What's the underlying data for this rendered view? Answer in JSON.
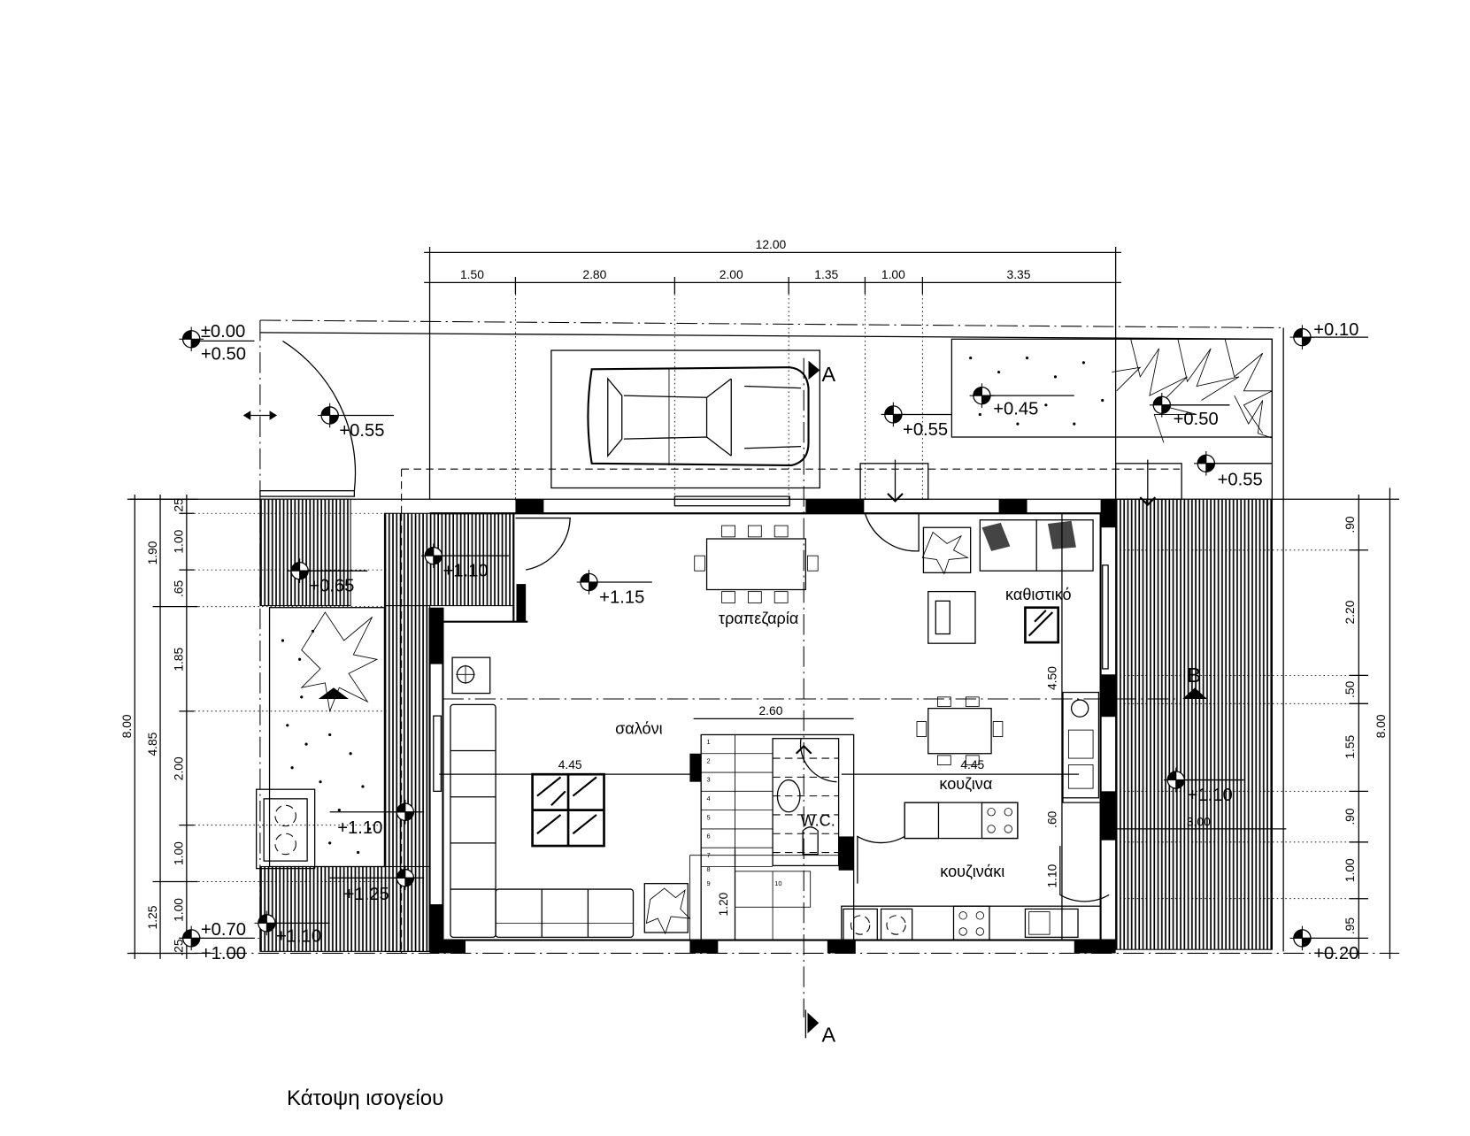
{
  "drawing": {
    "title": "Κάτοψη ισογείου",
    "rooms": {
      "dining": "τραπεζαρία",
      "sitting": "καθιστικό",
      "living": "σαλόνι",
      "kitchen": "κουζινα",
      "kitchenette": "κουζινάκι",
      "wc": "W.C."
    },
    "top_dims": {
      "total": "12.00",
      "segments": [
        "1.50",
        "2.80",
        "2.00",
        "1.35",
        "1.00",
        "3.35"
      ]
    },
    "left_dims": {
      "total": "8.00",
      "middle": [
        "1.90",
        "4.85",
        "1.25"
      ],
      "inner": [
        ".25",
        "1.00",
        ".65",
        "1.85",
        "2.00",
        "1.00",
        "1.00",
        ".25"
      ]
    },
    "right_dims": {
      "total": "8.00",
      "inner": [
        ".90",
        "2.20",
        ".50",
        "1.55",
        ".90",
        "1.00",
        ".95"
      ]
    },
    "interior_dims": {
      "stair_width": "2.60",
      "living_width": "4.45",
      "kitchen_width": "4.45",
      "sitting_depth": "4.50",
      "counter": ".60",
      "kitchenette_depth": "1.10",
      "landing": "1.20",
      "deck_width": "3.00"
    },
    "levels": [
      "±0.00",
      "+0.50",
      "+0.55",
      "+0.55",
      "+0.45",
      "+0.50",
      "+0.10",
      "+0.55",
      "+0.65",
      "+1.10",
      "+1.15",
      "+1.10",
      "+1.25",
      "+0.70",
      "+1.00",
      "+1.10",
      "+1.10",
      "+0.20"
    ],
    "sections": {
      "a": "A",
      "b": "B"
    },
    "stair_steps": [
      "1",
      "2",
      "3",
      "4",
      "5",
      "6",
      "7",
      "8",
      "9",
      "10"
    ]
  }
}
